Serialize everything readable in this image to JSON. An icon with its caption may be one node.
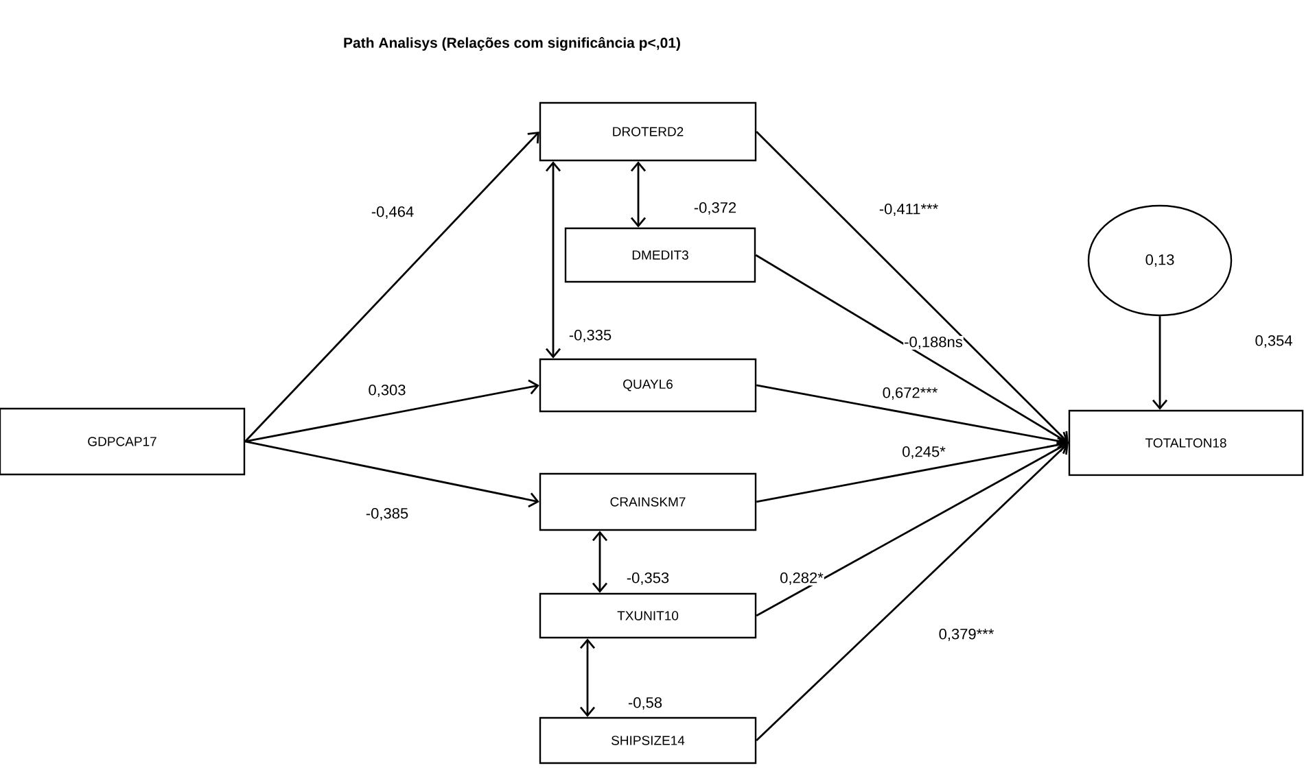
{
  "diagram": {
    "title": "Path Analisys (Relações com significância p<,01)",
    "nodes": [
      {
        "text": [
          "GDPCAP17"
        ]
      },
      {
        "text": [
          "DROTERD2"
        ]
      },
      {
        "text": [
          "DMEDIT3"
        ]
      },
      {
        "text": [
          "QUAYL6"
        ]
      },
      {
        "text": [
          "CRAINSKM7"
        ]
      },
      {
        "text": [
          "TXUNIT10"
        ]
      },
      {
        "text": [
          "SHIPSIZE14"
        ]
      },
      {
        "text": [
          "TOTALTON18"
        ]
      },
      {
        "text": [
          "0,13"
        ]
      }
    ],
    "edges": [
      {
        "from": 0,
        "to": 1,
        "arrow": "to",
        "label": "-0,464"
      },
      {
        "from": 0,
        "to": 3,
        "arrow": "to",
        "label": "0,303"
      },
      {
        "from": 0,
        "to": 4,
        "arrow": "to",
        "label": "-0,385"
      },
      {
        "from": 1,
        "to": 2,
        "arrow": "both",
        "label": "-0,372"
      },
      {
        "from": 1,
        "to": 3,
        "arrow": "both",
        "label": "-0,335"
      },
      {
        "from": 4,
        "to": 5,
        "arrow": "both",
        "label": "-0,353"
      },
      {
        "from": 5,
        "to": 6,
        "arrow": "both",
        "label": "-0,58"
      },
      {
        "from": 1,
        "to": 7,
        "arrow": "to",
        "label": "-0,411***"
      },
      {
        "from": 2,
        "to": 7,
        "arrow": "to",
        "label": "-0,188ns"
      },
      {
        "from": 3,
        "to": 7,
        "arrow": "to",
        "label": "0,672***"
      },
      {
        "from": 4,
        "to": 7,
        "arrow": "to",
        "label": "0,245*"
      },
      {
        "from": 5,
        "to": 7,
        "arrow": "to",
        "label": "0,282*"
      },
      {
        "from": 6,
        "to": 7,
        "arrow": "to",
        "label": "0,379***"
      },
      {
        "from": 8,
        "to": 7,
        "arrow": "to"
      }
    ],
    "labels": [
      "0,354"
    ]
  }
}
